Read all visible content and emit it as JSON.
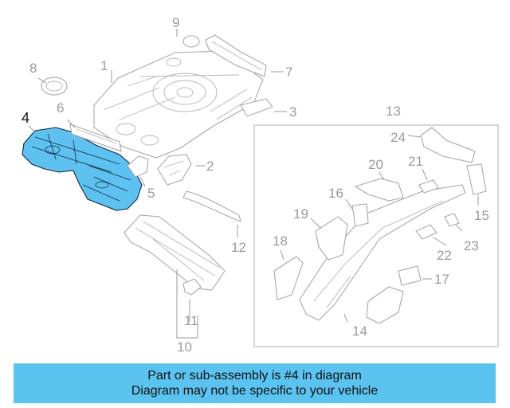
{
  "diagram": {
    "callouts": {
      "c1": "1",
      "c2": "2",
      "c3": "3",
      "c4": "4",
      "c5": "5",
      "c6": "6",
      "c7": "7",
      "c8": "8",
      "c9": "9",
      "c10": "10",
      "c11": "11",
      "c12": "12",
      "c13": "13",
      "c14": "14",
      "c15": "15",
      "c16": "16",
      "c17": "17",
      "c18": "18",
      "c19": "19",
      "c20": "20",
      "c21": "21",
      "c22": "22",
      "c23": "23",
      "c24": "24"
    },
    "highlighted_part": "4",
    "highlight_color": "#5fc1f0"
  },
  "banner": {
    "line1": "Part or sub-assembly is #4 in diagram",
    "line2": "Diagram may not be specific to your vehicle",
    "background": "#5bc3f0"
  }
}
